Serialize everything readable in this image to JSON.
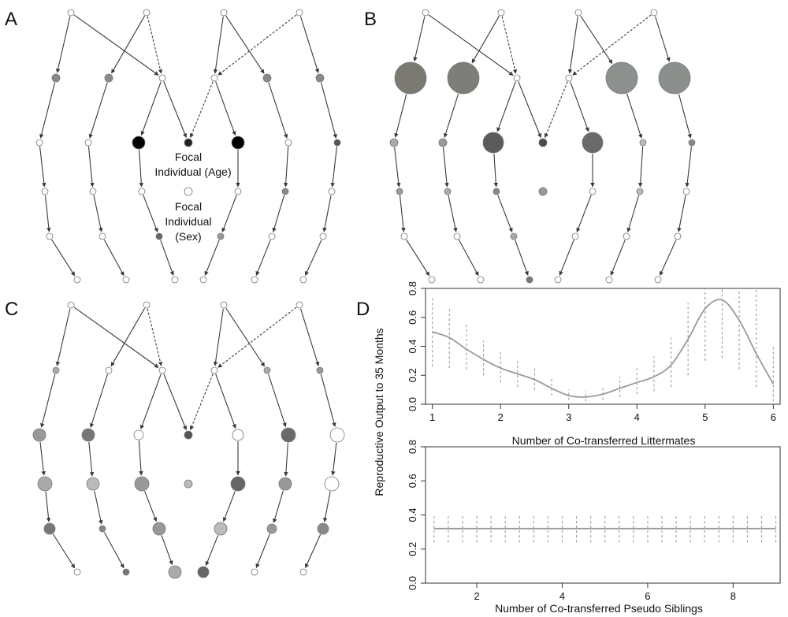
{
  "figure": {
    "panels": [
      {
        "letter": "A"
      },
      {
        "letter": "B"
      },
      {
        "letter": "C"
      },
      {
        "letter": "D"
      }
    ],
    "focal_labels": {
      "age": [
        "Focal",
        "Individual (Age)"
      ],
      "sex": [
        "Focal",
        "Individual",
        "(Sex)"
      ]
    },
    "colors": {
      "tree_edge": "#3a3a3a",
      "node_outline": "#777777",
      "smooth_line": "#9a9a9a",
      "interval_dash": "#9a9a9a"
    }
  },
  "chart_data": [
    {
      "type": "line",
      "title": "",
      "xlabel": "Number of Co-transferred Littermates",
      "ylabel": "Reproductive Output to 35 Months",
      "xlim": [
        0.9,
        6.1
      ],
      "ylim": [
        0,
        0.8
      ],
      "xticks": [
        1,
        2,
        3,
        4,
        5,
        6
      ],
      "yticks": [
        0.0,
        0.2,
        0.4,
        0.6,
        0.8
      ],
      "grid": false,
      "series": [
        {
          "x": [
            1.0,
            1.25,
            1.5,
            1.75,
            2.0,
            2.25,
            2.5,
            2.75,
            3.0,
            3.25,
            3.5,
            3.75,
            4.0,
            4.25,
            4.5,
            4.75,
            5.0,
            5.25,
            5.5,
            5.75,
            6.0
          ],
          "y": [
            0.5,
            0.46,
            0.38,
            0.31,
            0.25,
            0.21,
            0.17,
            0.11,
            0.06,
            0.05,
            0.07,
            0.11,
            0.15,
            0.19,
            0.27,
            0.45,
            0.66,
            0.72,
            0.58,
            0.35,
            0.14
          ],
          "ci_low": [
            0.26,
            0.25,
            0.24,
            0.2,
            0.15,
            0.12,
            0.1,
            0.06,
            0.03,
            0.02,
            0.03,
            0.05,
            0.07,
            0.09,
            0.12,
            0.2,
            0.3,
            0.32,
            0.24,
            0.12,
            0.02
          ],
          "ci_high": [
            0.74,
            0.67,
            0.55,
            0.44,
            0.36,
            0.3,
            0.25,
            0.18,
            0.1,
            0.09,
            0.12,
            0.19,
            0.26,
            0.33,
            0.46,
            0.7,
            0.8,
            0.8,
            0.8,
            0.8,
            0.4
          ]
        }
      ]
    },
    {
      "type": "line",
      "title": "",
      "xlabel": "Number of Co-transferred Pseudo Siblings",
      "ylabel": "",
      "xlim": [
        0.8,
        9.1
      ],
      "ylim": [
        0,
        0.8
      ],
      "xticks": [
        2,
        4,
        6,
        8
      ],
      "yticks": [
        0.0,
        0.2,
        0.4,
        0.6,
        0.8
      ],
      "grid": false,
      "series": [
        {
          "x": [
            1.0,
            1.333,
            1.667,
            2.0,
            2.333,
            2.667,
            3.0,
            3.333,
            3.667,
            4.0,
            4.333,
            4.667,
            5.0,
            5.333,
            5.667,
            6.0,
            6.333,
            6.667,
            7.0,
            7.333,
            7.667,
            8.0,
            8.333,
            8.667,
            9.0
          ],
          "y": [
            0.32,
            0.32,
            0.32,
            0.32,
            0.32,
            0.32,
            0.32,
            0.32,
            0.32,
            0.32,
            0.32,
            0.32,
            0.32,
            0.32,
            0.32,
            0.32,
            0.32,
            0.32,
            0.32,
            0.32,
            0.32,
            0.32,
            0.32,
            0.32,
            0.32
          ],
          "ci_low": [
            0.24,
            0.24,
            0.24,
            0.24,
            0.24,
            0.24,
            0.24,
            0.24,
            0.24,
            0.24,
            0.24,
            0.24,
            0.24,
            0.24,
            0.24,
            0.24,
            0.24,
            0.24,
            0.24,
            0.24,
            0.24,
            0.24,
            0.24,
            0.24,
            0.24
          ],
          "ci_high": [
            0.4,
            0.4,
            0.4,
            0.4,
            0.4,
            0.4,
            0.4,
            0.4,
            0.4,
            0.4,
            0.4,
            0.4,
            0.4,
            0.4,
            0.4,
            0.4,
            0.4,
            0.4,
            0.4,
            0.4,
            0.4,
            0.4,
            0.4,
            0.4,
            0.4
          ]
        }
      ]
    }
  ]
}
